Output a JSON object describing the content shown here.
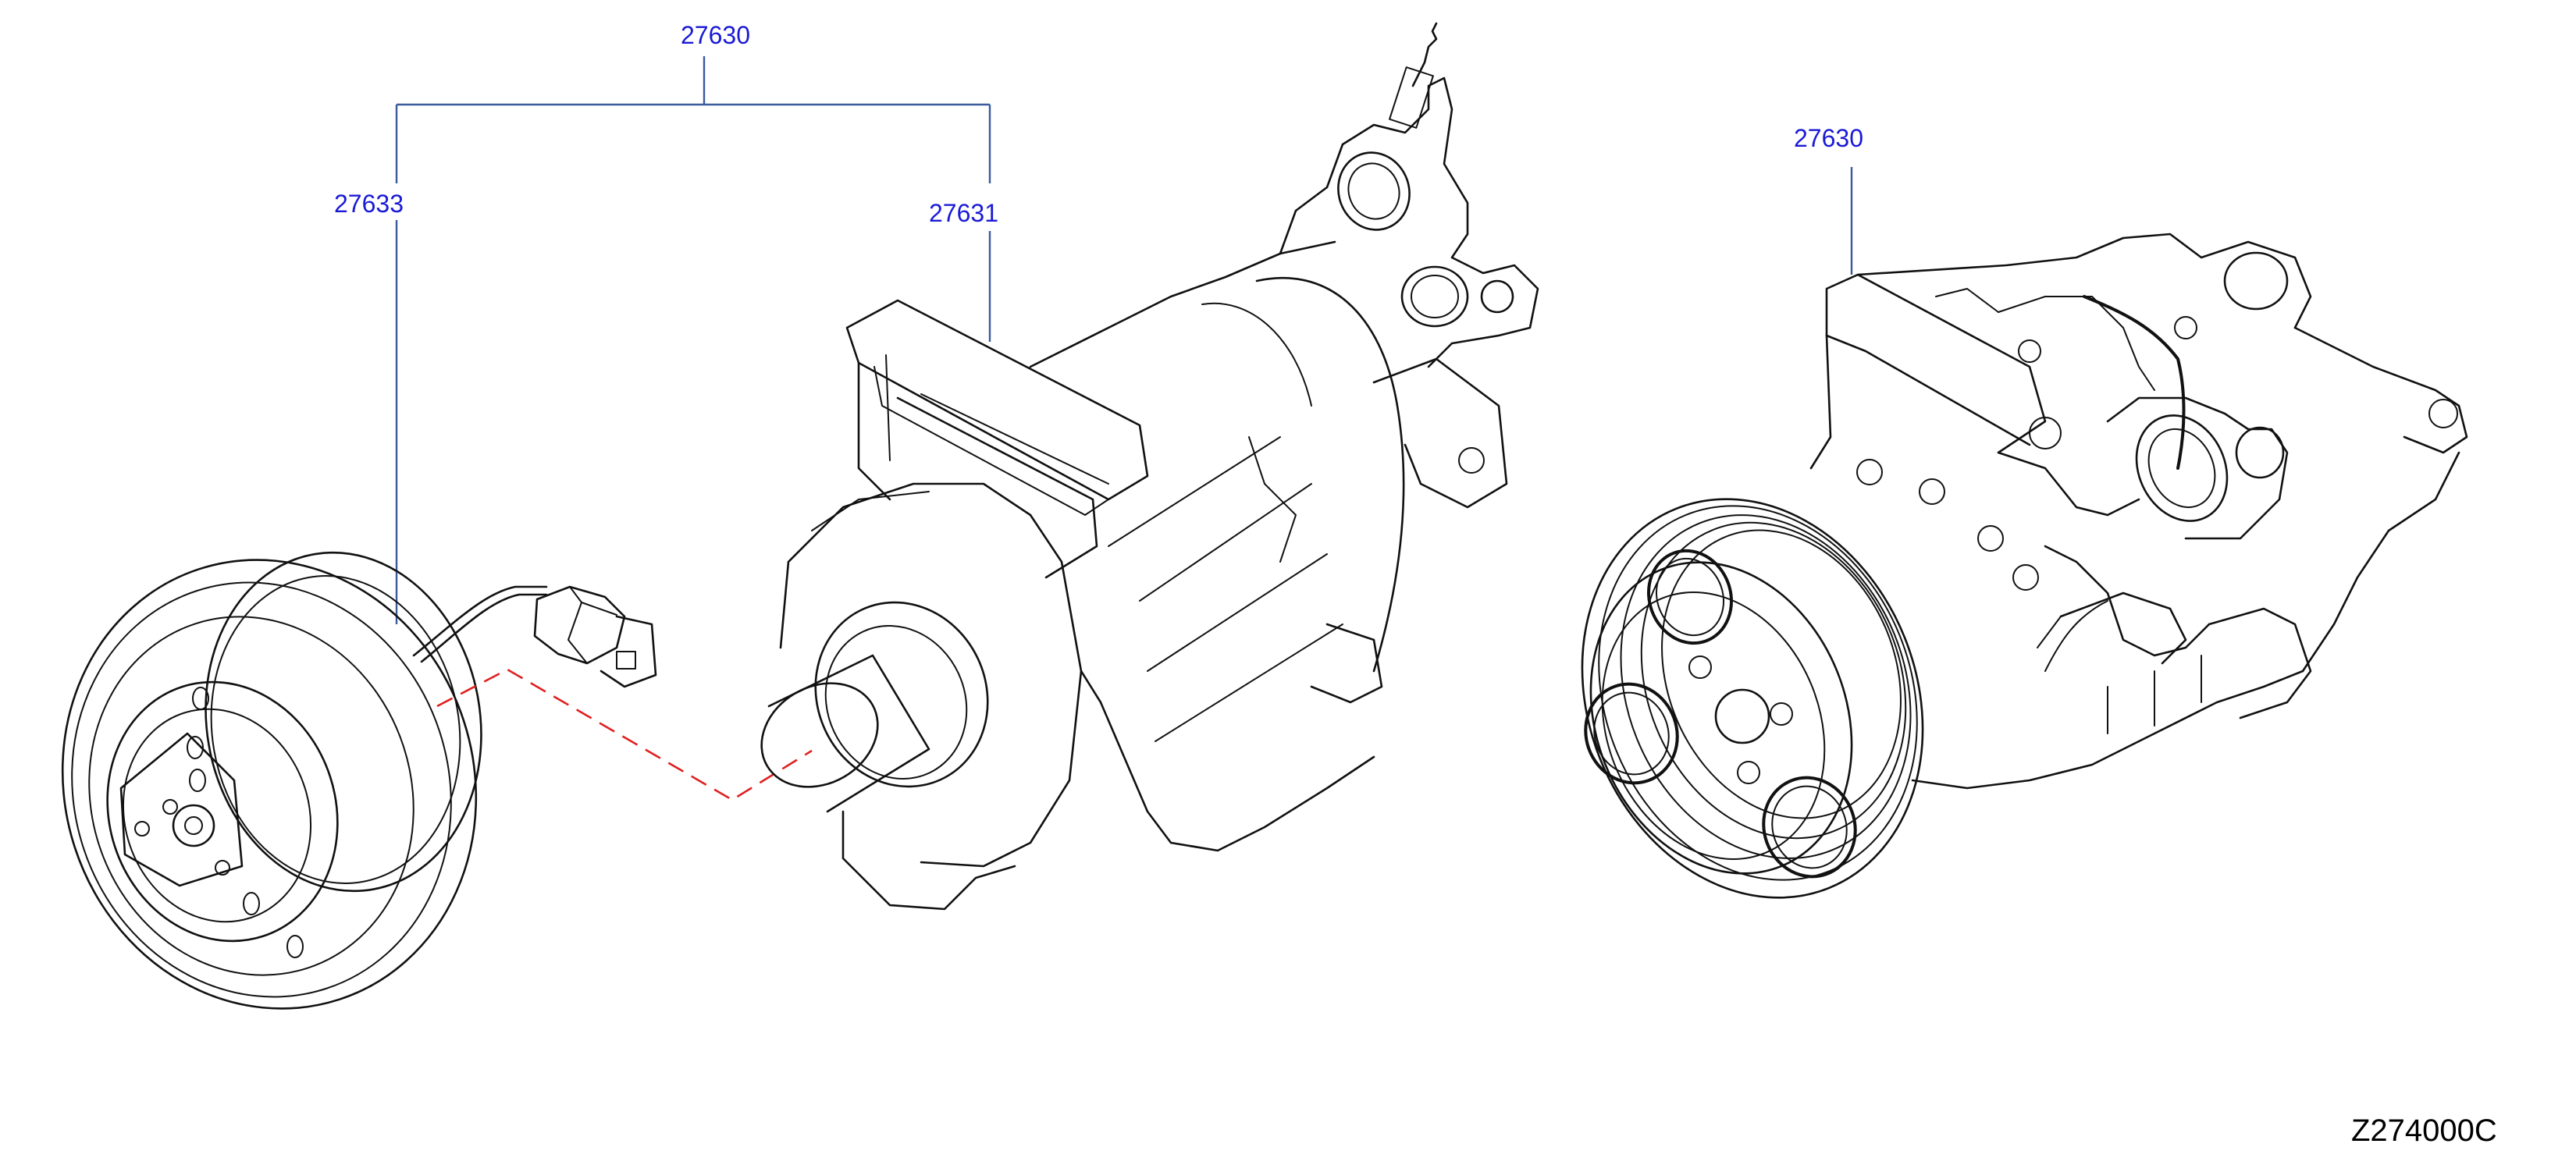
{
  "diagram": {
    "colors": {
      "callout": "#1a1ad6",
      "leader": "#3a5a9c",
      "dashed_link": "#e02020",
      "line_art": "#111111"
    },
    "callouts": {
      "assembly_left": "27630",
      "clutch": "27633",
      "compressor": "27631",
      "assembly_right": "27630"
    },
    "drawing_code": "Z274000C"
  }
}
